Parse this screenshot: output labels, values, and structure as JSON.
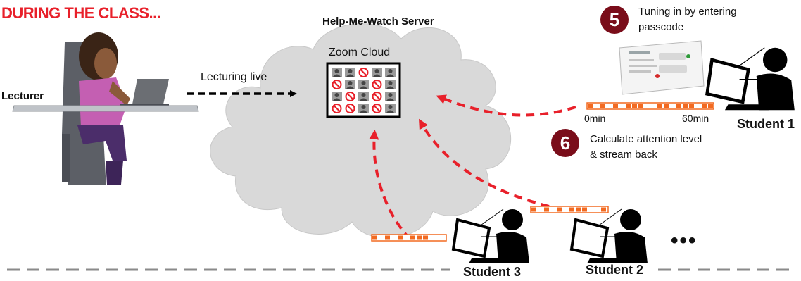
{
  "title": "DURING THE CLASS...",
  "server_label": "Help-Me-Watch Server",
  "cloud_label": "Zoom Cloud",
  "lecturer_label": "Lecturer",
  "live_label": "Lecturing live",
  "steps": [
    {
      "number": "5",
      "text_line1": "Tuning in by entering",
      "text_line2": "passcode"
    },
    {
      "number": "6",
      "text_line1": "Calculate attention level",
      "text_line2": "& stream back"
    }
  ],
  "timeline": {
    "start": "0min",
    "end": "60min"
  },
  "students": [
    "Student 1",
    "Student 2",
    "Student 3"
  ],
  "ellipsis": "•••",
  "colors": {
    "title_red": "#e8202a",
    "arrow_red": "#e8202a",
    "badge": "#7a0d1a",
    "timeline_orange": "#f26a21",
    "cloud": "#d9d9d9",
    "divider": "#8a8a8a"
  },
  "icons": [
    "cloud-icon",
    "video-grid-icon",
    "lecturer-figure-icon",
    "student-laptop-icon",
    "website-screenshot-icon"
  ]
}
